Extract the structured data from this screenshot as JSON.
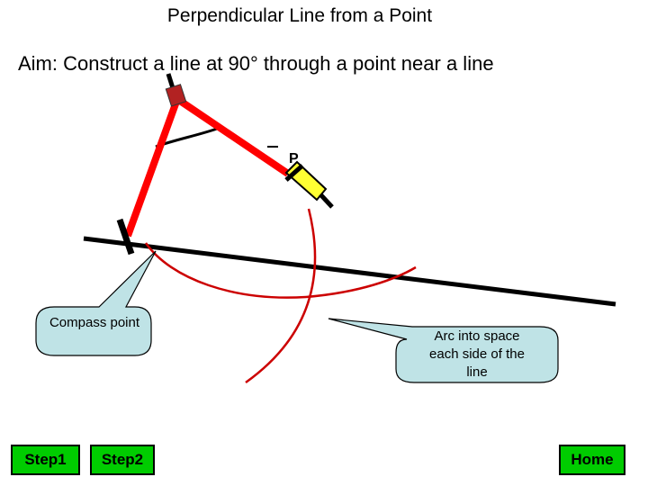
{
  "title": "Perpendicular Line from a Point",
  "aim": "Aim: Construct a line at 90° through a point near a line",
  "point_label": "P",
  "callouts": {
    "compass_point": "Compass point",
    "arc": "Arc into space each side of the line"
  },
  "buttons": {
    "step1": "Step1",
    "step2": "Step2",
    "home": "Home"
  },
  "colors": {
    "compass_arm": "#ff0000",
    "arc": "#cc0000",
    "pencil": "#ffff33",
    "callout_fill": "#bfe3e6",
    "button_fill": "#00cc00"
  }
}
